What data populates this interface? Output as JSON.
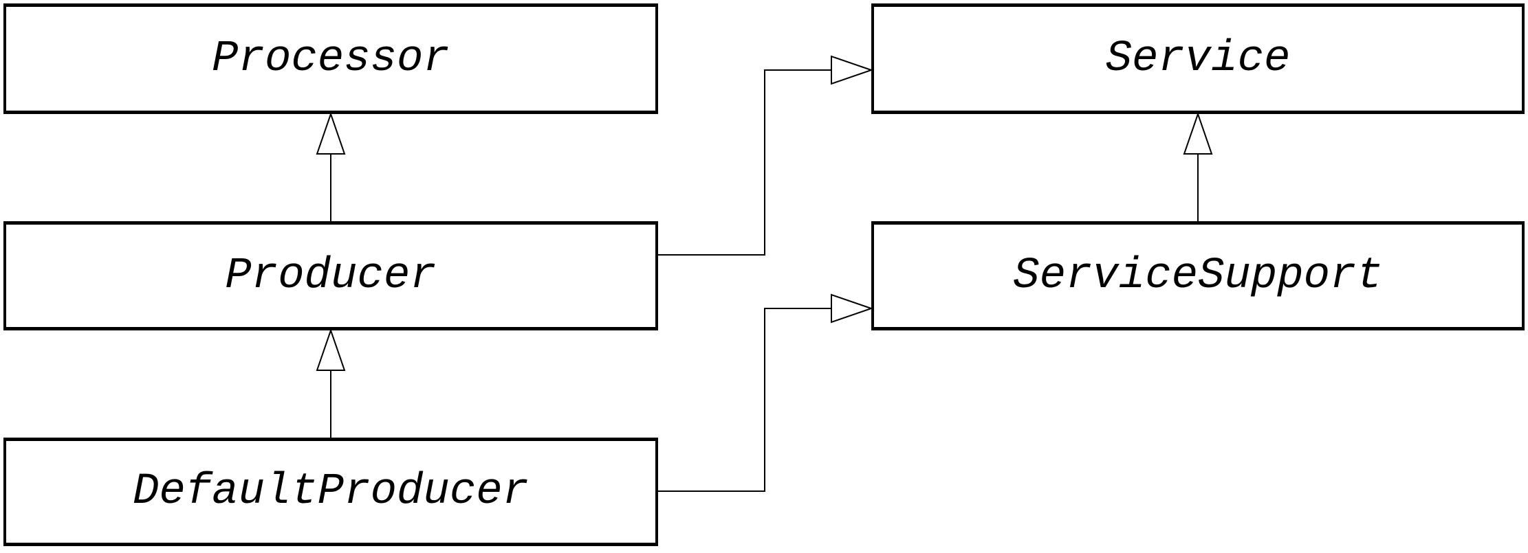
{
  "diagram": {
    "kind": "uml-class-inheritance-diagram",
    "colors": {
      "background": "#ffffff",
      "line": "#000000",
      "box_fill": "#ffffff",
      "text": "#000000"
    },
    "classes": [
      {
        "id": "processor",
        "label": "Processor"
      },
      {
        "id": "service",
        "label": "Service"
      },
      {
        "id": "producer",
        "label": "Producer"
      },
      {
        "id": "service-support",
        "label": "ServiceSupport"
      },
      {
        "id": "default-producer",
        "label": "DefaultProducer"
      }
    ],
    "relations": [
      {
        "from": "Producer",
        "to": "Processor",
        "type": "generalization"
      },
      {
        "from": "DefaultProducer",
        "to": "Producer",
        "type": "generalization"
      },
      {
        "from": "ServiceSupport",
        "to": "Service",
        "type": "generalization"
      },
      {
        "from": "Producer",
        "to": "Service",
        "type": "generalization"
      },
      {
        "from": "DefaultProducer",
        "to": "ServiceSupport",
        "type": "generalization"
      }
    ]
  }
}
